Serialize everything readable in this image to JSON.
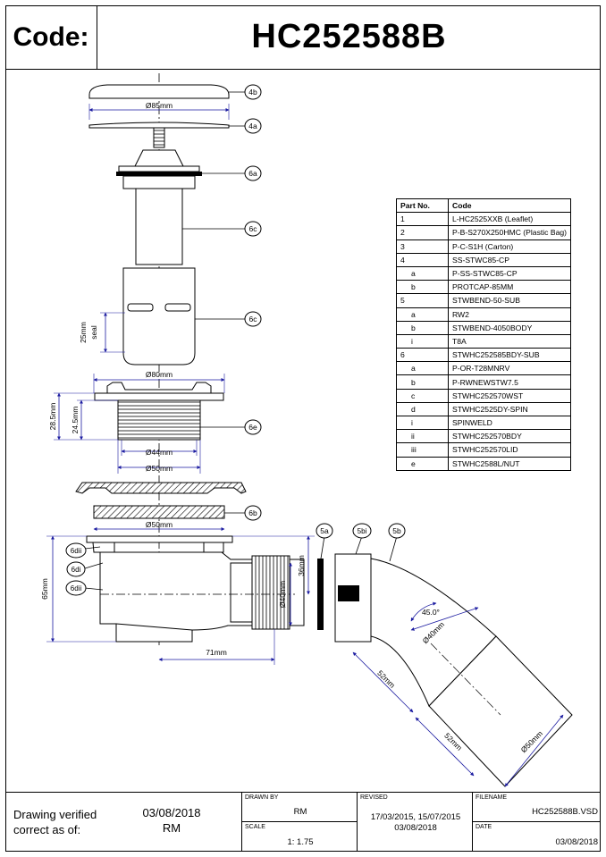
{
  "header": {
    "code_label": "Code:",
    "code_value": "HC252588B"
  },
  "parts_table": {
    "col_part_no": "Part No.",
    "col_code": "Code",
    "rows": [
      {
        "no": "1",
        "code": "L-HC2525XXB (Leaflet)",
        "sub": false
      },
      {
        "no": "2",
        "code": "P-B-S270X250HMC (Plastic Bag)",
        "sub": false
      },
      {
        "no": "3",
        "code": "P-C-S1H (Carton)",
        "sub": false
      },
      {
        "no": "4",
        "code": "SS-STWC85-CP",
        "sub": false
      },
      {
        "no": "a",
        "code": "P-SS-STWC85-CP",
        "sub": true
      },
      {
        "no": "b",
        "code": "PROTCAP-85MM",
        "sub": true
      },
      {
        "no": "5",
        "code": "STWBEND-50-SUB",
        "sub": false
      },
      {
        "no": "a",
        "code": "RW2",
        "sub": true
      },
      {
        "no": "b",
        "code": "STWBEND-4050BODY",
        "sub": true
      },
      {
        "no": "i",
        "code": "T8A",
        "sub": true
      },
      {
        "no": "6",
        "code": "STWHC252585BDY-SUB",
        "sub": false
      },
      {
        "no": "a",
        "code": "P-OR-T28MNRV",
        "sub": true
      },
      {
        "no": "b",
        "code": "P-RWNEWSTW7.5",
        "sub": true
      },
      {
        "no": "c",
        "code": "STWHC252570WST",
        "sub": true
      },
      {
        "no": "d",
        "code": "STWHC2525DY-SPIN",
        "sub": true
      },
      {
        "no": "i",
        "code": "SPINWELD",
        "sub": true
      },
      {
        "no": "ii",
        "code": "STWHC252570BDY",
        "sub": true
      },
      {
        "no": "iii",
        "code": "STWHC252570LID",
        "sub": true
      },
      {
        "no": "e",
        "code": "STWHC2588L/NUT",
        "sub": true
      }
    ]
  },
  "callouts": {
    "c4b": "4b",
    "c4a": "4a",
    "c6a": "6a",
    "c6c1": "6c",
    "c6c2": "6c",
    "c6e": "6e",
    "c6b": "6b",
    "c5a": "5a",
    "c5bi": "5bi",
    "c5b": "5b",
    "c6dii": "6dii",
    "c6di": "6di",
    "c6dii2": "6dii"
  },
  "dimensions": {
    "d85": "Ø85mm",
    "d80": "Ø80mm",
    "d44": "Ø44mm",
    "d50a": "Ø50mm",
    "d50b": "Ø50mm",
    "d25": "25mm",
    "seal": "seal",
    "d285": "28.5mm",
    "d245": "24.5mm",
    "d65": "65mm",
    "d36": "36mm",
    "d40a": "Ø40mm",
    "d71": "71mm",
    "d45": "45.0°",
    "d40b": "Ø40mm",
    "d52a": "52mm",
    "d52b": "52mm",
    "d50c": "Ø50mm"
  },
  "title_block": {
    "verified_label": "Drawing verified correct as of:",
    "verified_date": "03/08/2018",
    "verified_by": "RM",
    "drawn_by_label": "DRAWN BY",
    "drawn_by": "RM",
    "scale_label": "SCALE",
    "scale": "1: 1.75",
    "revised_label": "REVISED",
    "revised": "17/03/2015, 15/07/2015 03/08/2018",
    "filename_label": "FILENAME",
    "filename": "HC252588B.VSD",
    "date_label": "DATE",
    "date": "03/08/2018"
  }
}
